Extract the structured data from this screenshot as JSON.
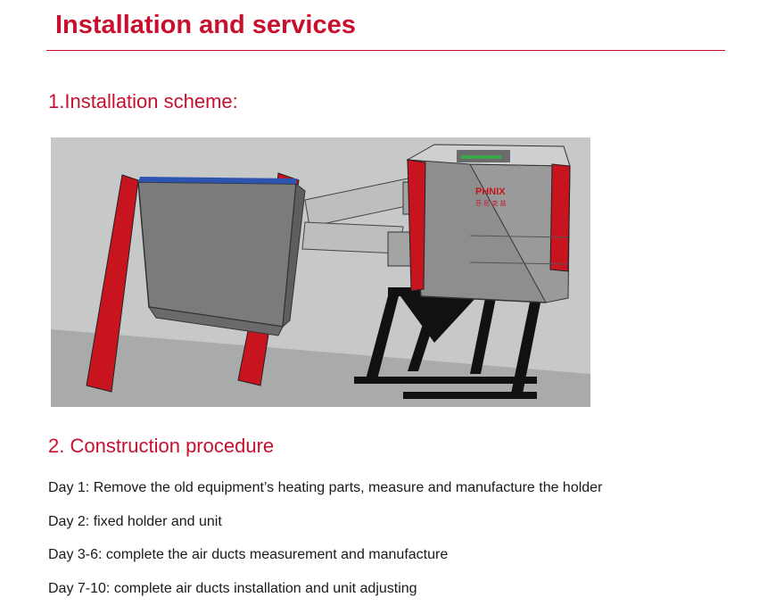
{
  "page": {
    "title": "Installation and services",
    "accent_color": "#c8102e"
  },
  "sections": [
    {
      "heading": "1.Installation scheme:"
    },
    {
      "heading": "2. Construction procedure"
    }
  ],
  "figure": {
    "brand_text": "PHNIX",
    "sub_text": "芬 尼 克 兹"
  },
  "steps": [
    "Day 1: Remove the old equipment’s heating parts, measure and manufacture the holder",
    "Day 2: fixed holder and unit",
    "Day 3-6: complete the air ducts measurement and manufacture",
    "Day 7-10: complete air ducts installation and unit adjusting"
  ]
}
